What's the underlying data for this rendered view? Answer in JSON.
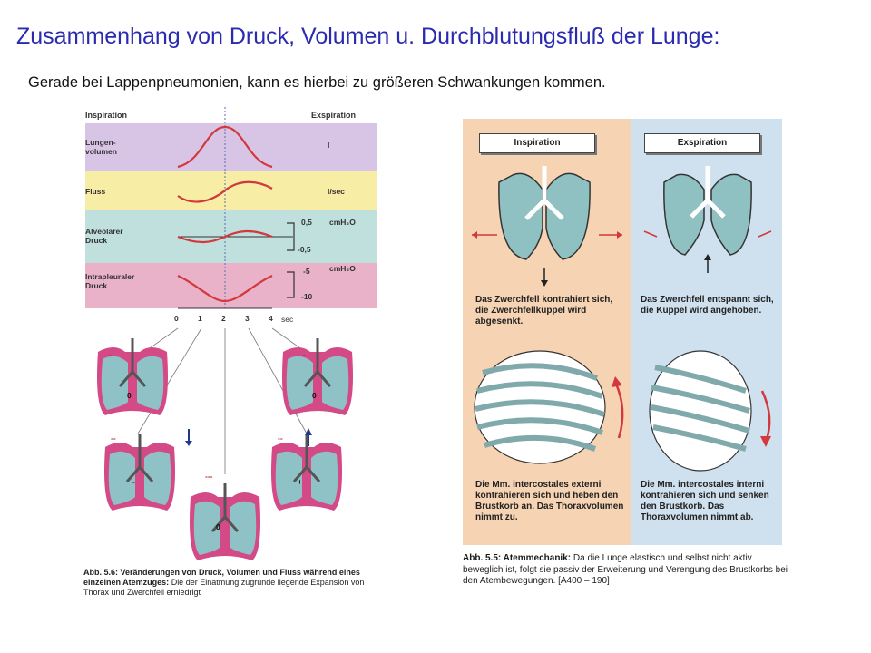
{
  "title": "Zusammenhang von Druck, Volumen u. Durchblutungsfluß der Lunge:",
  "subtitle": "Gerade bei Lappenpneumonien, kann es hierbei zu größeren Schwankungen kommen.",
  "left_figure": {
    "header_left": "Inspiration",
    "header_right": "Exspiration",
    "rows": [
      {
        "label_line1": "Lungen-",
        "label_line2": "volumen",
        "unit": "l",
        "color": "#d8c5e6"
      },
      {
        "label_line1": "Fluss",
        "label_line2": "",
        "unit": "l/sec",
        "color": "#f8eda4"
      },
      {
        "label_line1": "Alveolärer",
        "label_line2": "Druck",
        "unit": "cmH₂O",
        "scale_top": "0,5",
        "scale_bottom": "-0,5",
        "color": "#bfe0dd"
      },
      {
        "label_line1": "Intrapleuraler",
        "label_line2": "Druck",
        "unit": "cmH₂O",
        "scale_top": "-5",
        "scale_bottom": "-10",
        "color": "#eab2c8"
      }
    ],
    "time_ticks": [
      "0",
      "1",
      "2",
      "3",
      "4"
    ],
    "time_unit": "sec",
    "lung_signs": {
      "s0_top": "-",
      "s0_alv": "0",
      "s1_top": "--",
      "s1_alv": "-",
      "s2_top": "---",
      "s2_alv": "0",
      "s3_top": "--",
      "s3_alv": "+",
      "s4_top": "-",
      "s4_alv": "0"
    },
    "caption_bold": "Abb. 5.6: Veränderungen von Druck, Volumen und Fluss während eines einzelnen Atemzuges:",
    "caption_rest": " Die der Einatmung zugrunde liegende Expansion von Thorax und Zwerchfell erniedrigt"
  },
  "right_figure": {
    "inspiration_label": "Inspiration",
    "exspiration_label": "Exspiration",
    "inspiration_text_1": "Das Zwerchfell kontrahiert sich, die Zwerchfellkuppel wird abgesenkt.",
    "exspiration_text_1": "Das Zwerchfell entspannt sich, die Kuppel wird angehoben.",
    "inspiration_text_2": "Die Mm. intercostales externi kontrahieren sich und heben den Brustkorb an. Das Thoraxvolumen nimmt zu.",
    "exspiration_text_2": "Die Mm. intercostales interni kontrahieren sich und senken den Brustkorb. Das Thoraxvolumen nimmt ab.",
    "caption_title": "Abb. 5.5: Atemmechanik:",
    "caption_rest": " Da die Lunge elastisch und selbst nicht aktiv beweglich ist, folgt sie passiv der Erweiterung und Verengung des Brustkorbs bei den Atembewegungen. [A400 – 190]",
    "colors": {
      "inspiration_bg": "#f6d3b3",
      "exspiration_bg": "#cfe0ee",
      "lung": "#7fb2b5",
      "curve": "#d2383c"
    }
  }
}
